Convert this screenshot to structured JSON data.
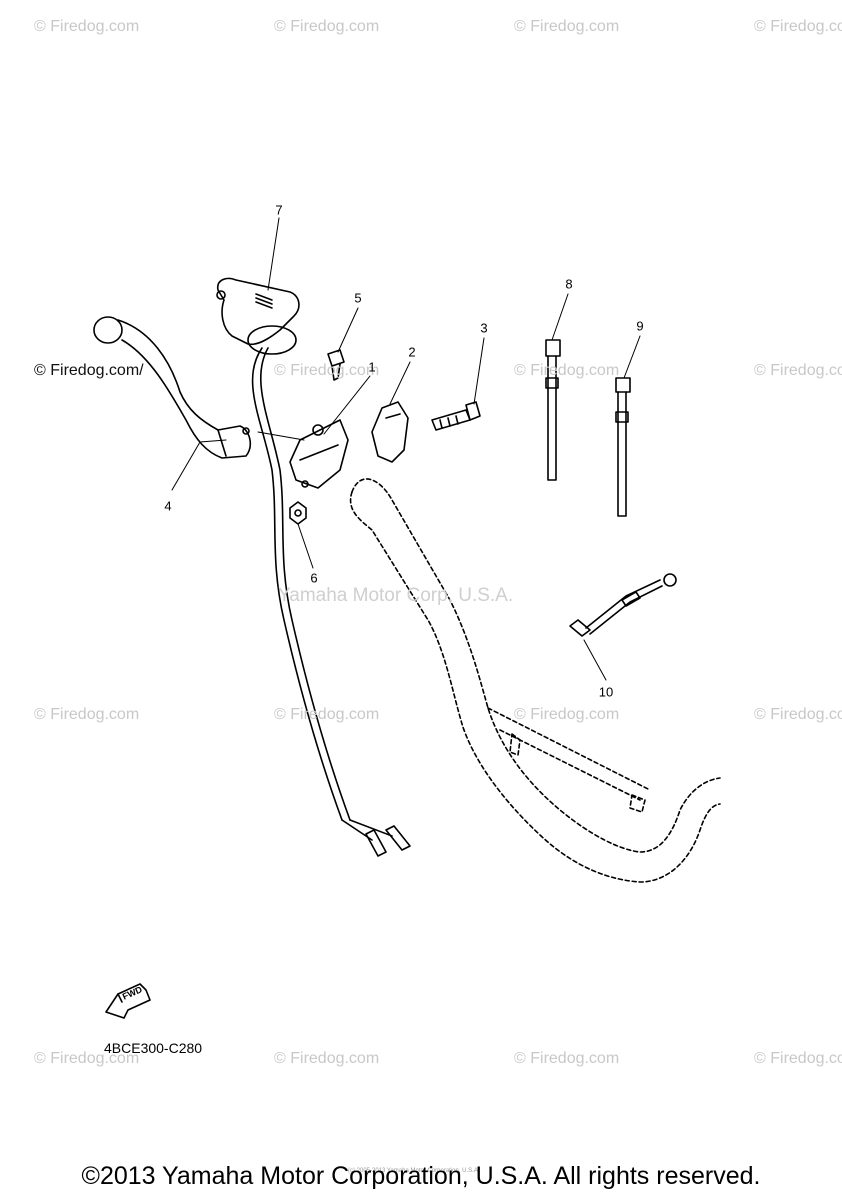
{
  "watermark": {
    "text": "© Firedog.com",
    "text_left": "© Firedog.com/",
    "center_text": "Yamaha Motor Corp, U.S.A."
  },
  "callouts": {
    "c1": "1",
    "c2": "2",
    "c3": "3",
    "c4": "4",
    "c5": "5",
    "c6": "6",
    "c7": "7",
    "c8": "8",
    "c9": "9",
    "c10": "10"
  },
  "fwd_label": "FWD",
  "diagram_code": "4BCE300-C280",
  "copyright": "©2013 Yamaha Motor Corporation, U.S.A. All rights reserved.",
  "tiny_note": "(c) 2005-2013 Yamaha Motor Corporation, U.S.A."
}
